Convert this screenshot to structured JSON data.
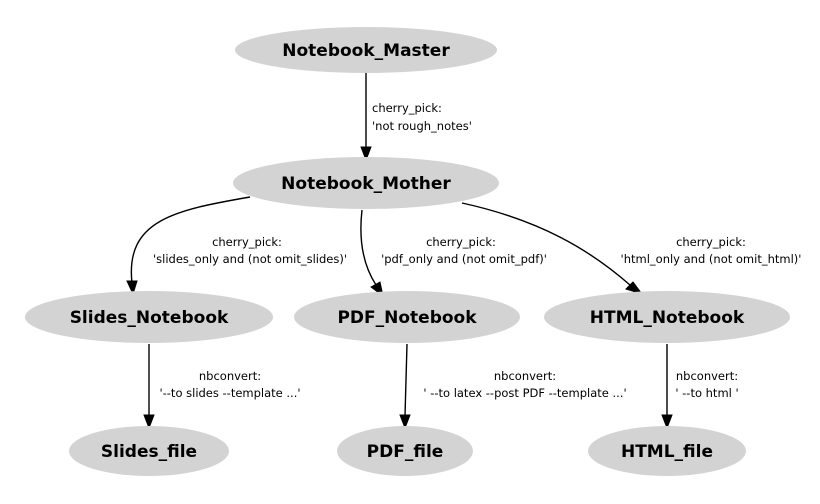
{
  "nodes": {
    "notebook_master": "Notebook_Master",
    "notebook_mother": "Notebook_Mother",
    "slides_notebook": "Slides_Notebook",
    "pdf_notebook": "PDF_Notebook",
    "html_notebook": "HTML_Notebook",
    "slides_file": "Slides_file",
    "pdf_file": "PDF_file",
    "html_file": "HTML_file"
  },
  "edges": {
    "master_to_mother": {
      "line1": "cherry_pick:",
      "line2": "'not rough_notes'"
    },
    "mother_to_slides": {
      "line1": "cherry_pick:",
      "line2": "'slides_only and (not omit_slides)'"
    },
    "mother_to_pdf": {
      "line1": "cherry_pick:",
      "line2": "'pdf_only and (not omit_pdf)'"
    },
    "mother_to_html": {
      "line1": "cherry_pick:",
      "line2": "'html_only and (not omit_html)'"
    },
    "slides_to_file": {
      "line1": "nbconvert:",
      "line2": "'--to slides --template ...'"
    },
    "pdf_to_file": {
      "line1": "nbconvert:",
      "line2": "' --to latex --post PDF --template ...'"
    },
    "html_to_file": {
      "line1": "nbconvert:",
      "line2": "' --to html '"
    }
  },
  "colors": {
    "node_fill": "#d3d3d3",
    "edge": "#000000",
    "background": "#ffffff"
  }
}
